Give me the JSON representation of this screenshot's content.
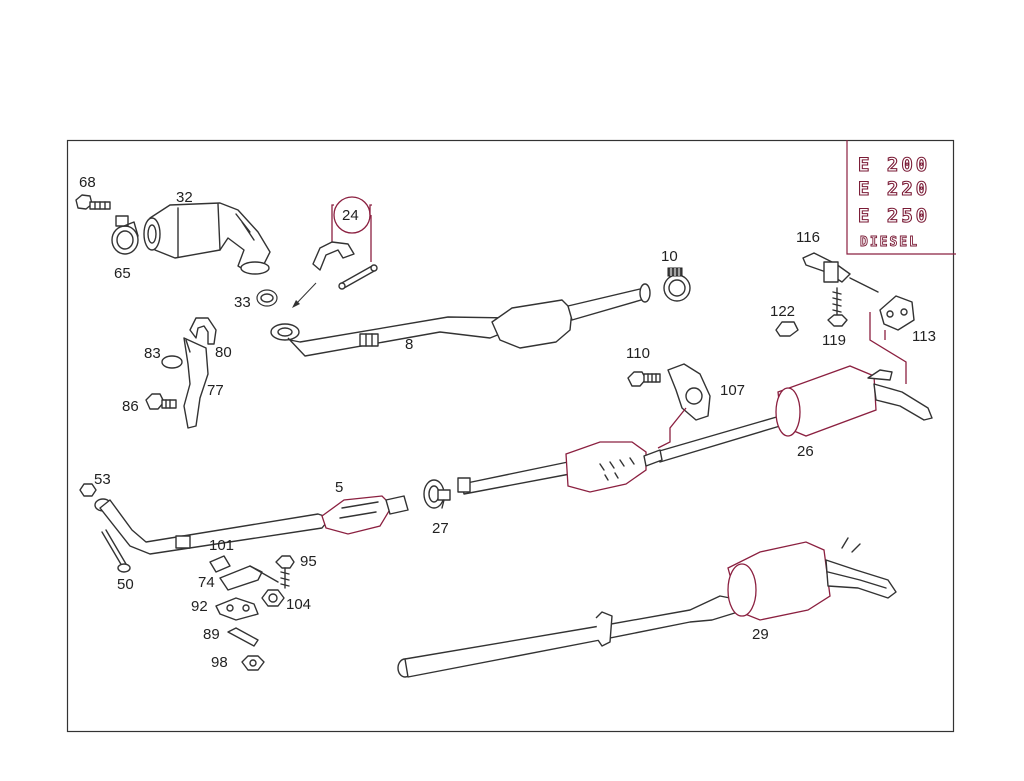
{
  "legend": {
    "models": [
      "E 200",
      "E 220",
      "E 250"
    ],
    "fuel": "DIESEL"
  },
  "callouts": {
    "c68": "68",
    "c32": "32",
    "c65": "65",
    "c24": "24",
    "c33": "33",
    "c10": "10",
    "c116": "116",
    "c122": "122",
    "c119": "119",
    "c113": "113",
    "c83": "83",
    "c80": "80",
    "c77": "77",
    "c86": "86",
    "c8": "8",
    "c110": "110",
    "c107": "107",
    "c26": "26",
    "c53": "53",
    "c5": "5",
    "c27": "27",
    "c50": "50",
    "c101": "101",
    "c95": "95",
    "c74": "74",
    "c104": "104",
    "c92": "92",
    "c89": "89",
    "c98": "98",
    "c29": "29"
  }
}
